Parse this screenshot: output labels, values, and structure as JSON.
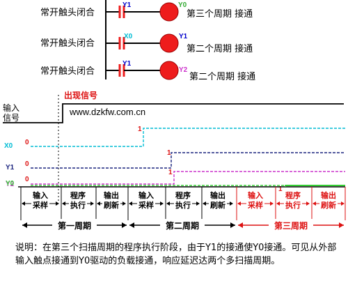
{
  "ladder": {
    "rungs": [
      {
        "label": "常开触头闭合",
        "contact": "Y1",
        "coil": "Y0",
        "caption": "第三个周期 接通"
      },
      {
        "label": "常开触头闭合",
        "contact": "X0",
        "coil": "Y1",
        "caption": "第二个周期 接通"
      },
      {
        "label": "常开触头闭合",
        "contact": "Y1",
        "coil": "Y2",
        "caption": "第二个周期 接通"
      }
    ]
  },
  "timing": {
    "input_label_line1": "输入",
    "input_label_line2": "信号",
    "signal_appears": "出现信号",
    "watermark": "www.dzkfw.com.cn",
    "signals": [
      {
        "name": "X0",
        "low": "0",
        "high": "1",
        "color": "#00bcd4"
      },
      {
        "name": "Y1",
        "low": "0",
        "high": "1",
        "color": "#1a237e"
      },
      {
        "name": "Y2",
        "low": "0",
        "high": "1",
        "color": "#cc33cc"
      },
      {
        "name": "Y0",
        "low": "",
        "high": "1",
        "color": "#33cc33"
      }
    ],
    "phases": [
      {
        "line1": "输入",
        "line2": "采样"
      },
      {
        "line1": "程序",
        "line2": "执行"
      },
      {
        "line1": "输出",
        "line2": "刷新"
      },
      {
        "line1": "输入",
        "line2": "采样"
      },
      {
        "line1": "程序",
        "line2": "执行"
      },
      {
        "line1": "输出",
        "line2": "刷新"
      },
      {
        "line1": "输入",
        "line2": "采样"
      },
      {
        "line1": "程序",
        "line2": "执行"
      },
      {
        "line1": "输出",
        "line2": "刷新"
      }
    ],
    "periods": [
      "第一周期",
      "第二周期",
      "第三周期"
    ]
  },
  "explanation": "说明：在第三个扫描周期的程序执行阶段，由于Y1的接通使Y0接通。可见从外部输入触点接通到Y0驱动的负载接通，响应延迟达两个多扫描周期。",
  "colors": {
    "coil": "#ee1c1c",
    "contact": "#ee1c1c",
    "contact_label": "#0000cc",
    "coil_label_y": "#cc33cc",
    "highlight_period": "#dd1111",
    "black": "#000000"
  }
}
